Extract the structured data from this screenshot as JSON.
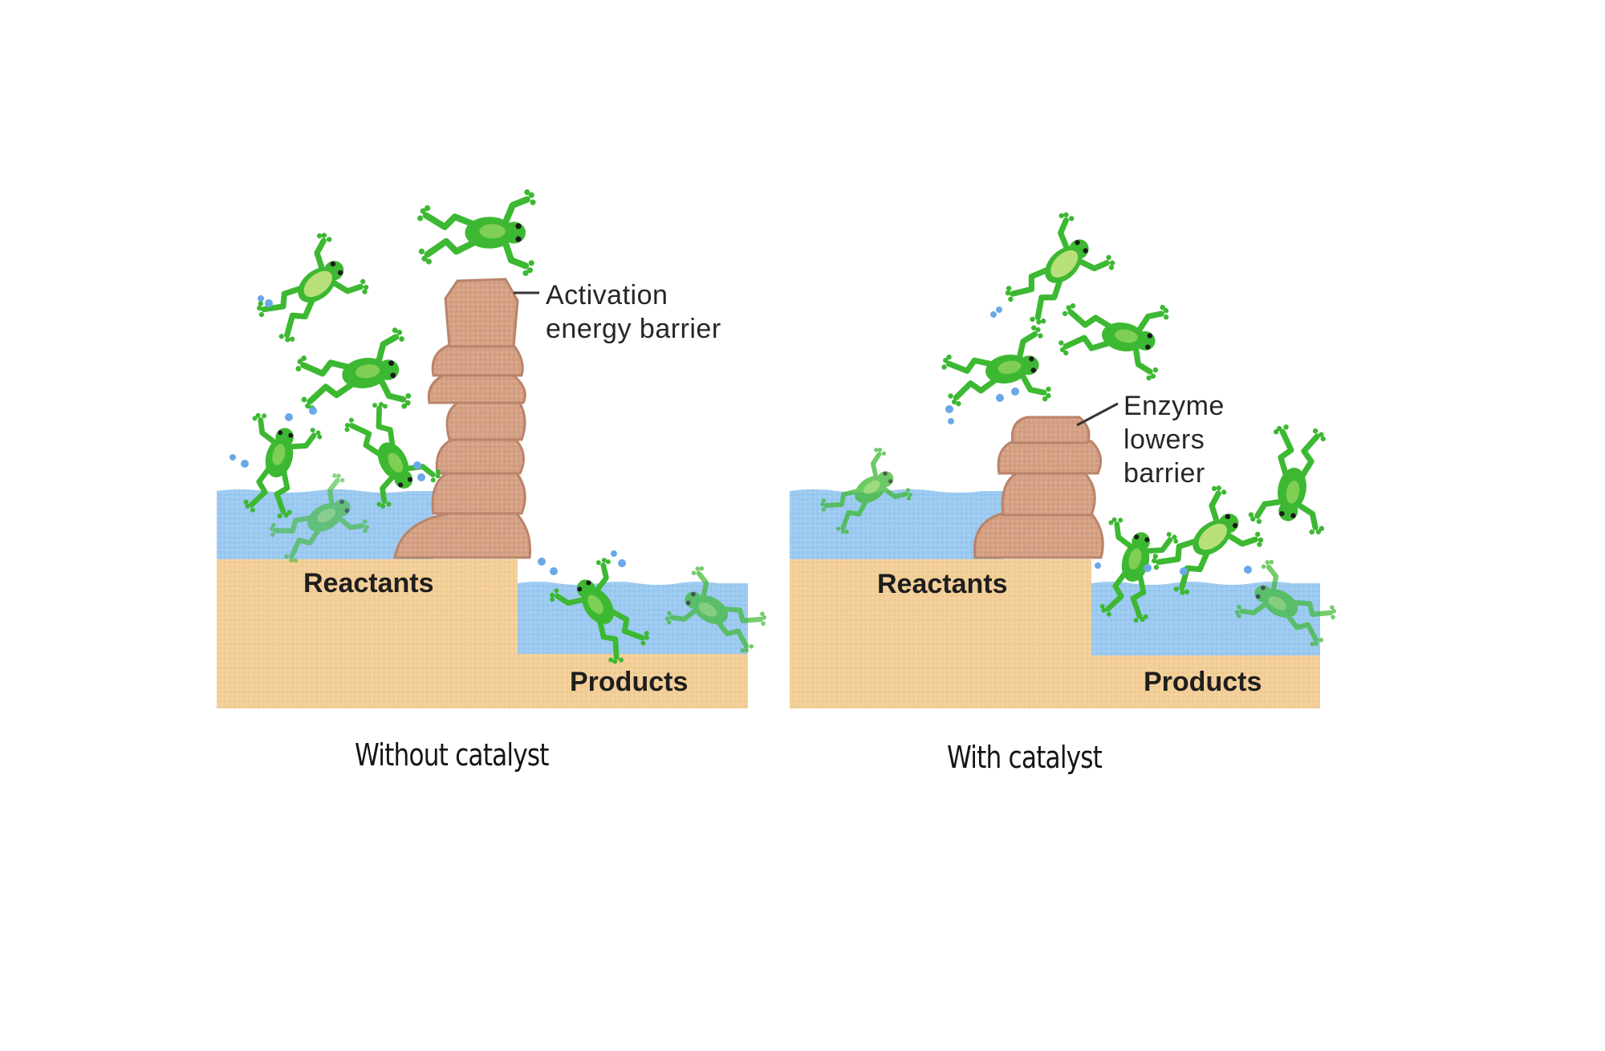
{
  "figure": {
    "colors": {
      "water": "#9ccaf0",
      "water_edge": "#7fb2e2",
      "sand": "#f3cf98",
      "sand_dark": "#e9bd7c",
      "rock": "#d5a185",
      "rock_dark": "#b9846a",
      "frog": "#3db832",
      "frog_light": "#b8e07a",
      "frog_eye": "#1a1a1a",
      "bubble": "#6aa8e8"
    },
    "panels": [
      {
        "id": "without",
        "caption": "Without catalyst",
        "reactants_label": "Reactants",
        "products_label": "Products",
        "barrier_label_lines": [
          "Activation",
          "energy barrier"
        ],
        "barrier": "high"
      },
      {
        "id": "with",
        "caption": "With catalyst",
        "reactants_label": "Reactants",
        "products_label": "Products",
        "barrier_label_lines": [
          "Enzyme",
          "lowers",
          "barrier"
        ],
        "barrier": "low"
      }
    ]
  }
}
